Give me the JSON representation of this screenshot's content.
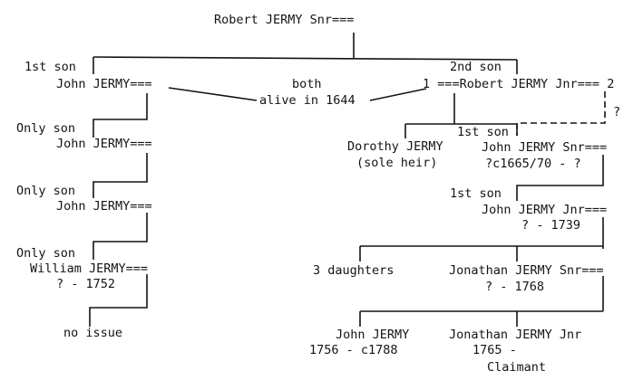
{
  "root": {
    "name": "Robert JERMY Snr==="
  },
  "left_branch": {
    "gen1": {
      "relation": "1st son",
      "name": "John JERMY==="
    },
    "note": {
      "line1": "both",
      "line2": "alive in 1644"
    },
    "gen2": {
      "relation": "Only son",
      "name": "John JERMY==="
    },
    "gen3": {
      "relation": "Only son",
      "name": "John JERMY==="
    },
    "gen4": {
      "relation": "Only son",
      "name": "William JERMY===",
      "dates": "? - 1752"
    },
    "issue": "no issue"
  },
  "right_branch": {
    "gen1": {
      "relation": "2nd son",
      "name": "1 ===Robert JERMY Jnr=== 2",
      "second_marriage_mark": "?"
    },
    "dorothy": {
      "name": "Dorothy JERMY",
      "note": "(sole heir)"
    },
    "gen2": {
      "relation": "1st son",
      "name": "John JERMY Snr===",
      "dates": "?c1665/70 - ?"
    },
    "gen3": {
      "relation": "1st son",
      "name": "John JERMY Jnr===",
      "dates": "? - 1739"
    },
    "daughters": "3 daughters",
    "gen4": {
      "name": "Jonathan JERMY Snr===",
      "dates": "? - 1768"
    },
    "child_john": {
      "name": "John JERMY",
      "dates": "1756 - c1788"
    },
    "child_jonathan": {
      "name": "Jonathan JERMY Jnr",
      "dates": "1765 -",
      "note": "Claimant"
    }
  }
}
